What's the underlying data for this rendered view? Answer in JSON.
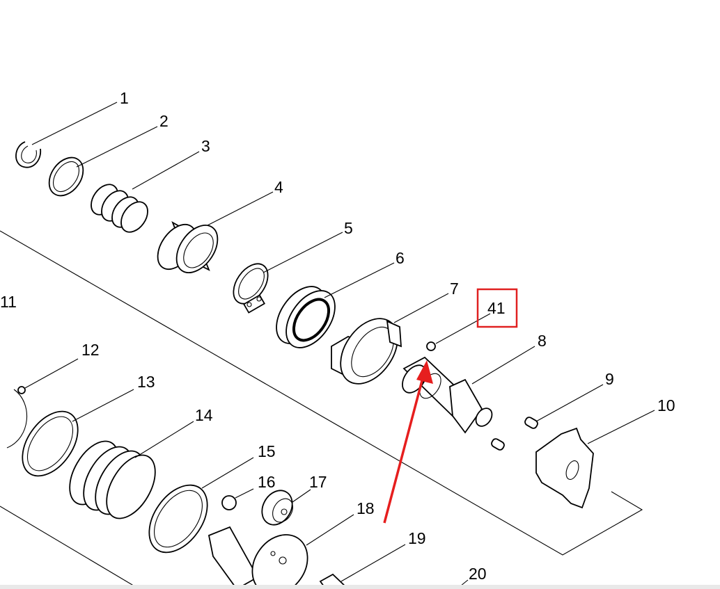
{
  "diagram": {
    "callouts": [
      "1",
      "2",
      "3",
      "4",
      "5",
      "6",
      "7",
      "8",
      "9",
      "10",
      "11",
      "12",
      "13",
      "14",
      "15",
      "16",
      "17",
      "18",
      "19",
      "20"
    ],
    "highlighted_callout": "41",
    "colors": {
      "line": "#000000",
      "highlight_box": "#e02020",
      "arrow": "#e61e1e",
      "background": "#ffffff"
    }
  }
}
